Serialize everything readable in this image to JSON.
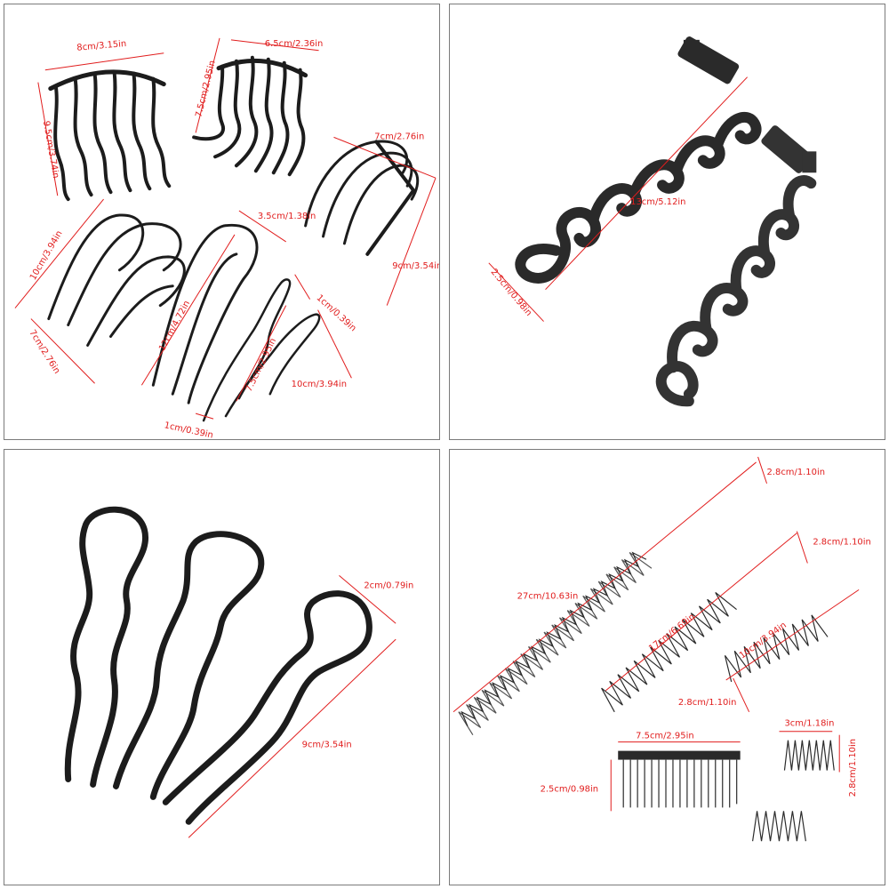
{
  "colors": {
    "dimension": "#e11d1d",
    "accessory": "#1c1c1c",
    "border": "#7a7a7a"
  },
  "panels": {
    "p1": {
      "comb_large_width": "8cm/3.15in",
      "comb_large_height": "9.5cm/3.74in",
      "comb_small_width": "6.5cm/2.36in",
      "comb_small_height": "7.5cm/2.95in",
      "fan_width": "7cm/2.76in",
      "fan_height": "9cm/3.54in",
      "ufork_height": "10cm/3.94in",
      "ufork_width": "7cm/2.76in",
      "stick_width": "3.5cm/1.38in",
      "stick_height": "12cm/4.72in",
      "pin_top_width": "1cm/0.39in",
      "pin_wave_height": "7.5cm/2.95in",
      "pin_long": "10cm/3.94in",
      "pin_bottom_width": "1cm/0.39in"
    },
    "p2": {
      "braid_length": "13cm/5.12in",
      "braid_width": "2.5cm/0.98in"
    },
    "p3": {
      "fork_loop_width": "2cm/0.79in",
      "fork_length": "9cm/3.54in"
    },
    "p4": {
      "spring1_height": "2.8cm/1.10in",
      "spring1_length": "27cm/10.63in",
      "spring2_height": "2.8cm/1.10in",
      "spring2_length": "17cm/6.69in",
      "spring3_length": "10cm/3.94in",
      "spring3_height": "2.8cm/1.10in",
      "comb_width": "7.5cm/2.95in",
      "comb_height": "2.5cm/0.98in",
      "clip_width": "3cm/1.18in",
      "clip_height": "2.8cm/1.10in"
    }
  }
}
